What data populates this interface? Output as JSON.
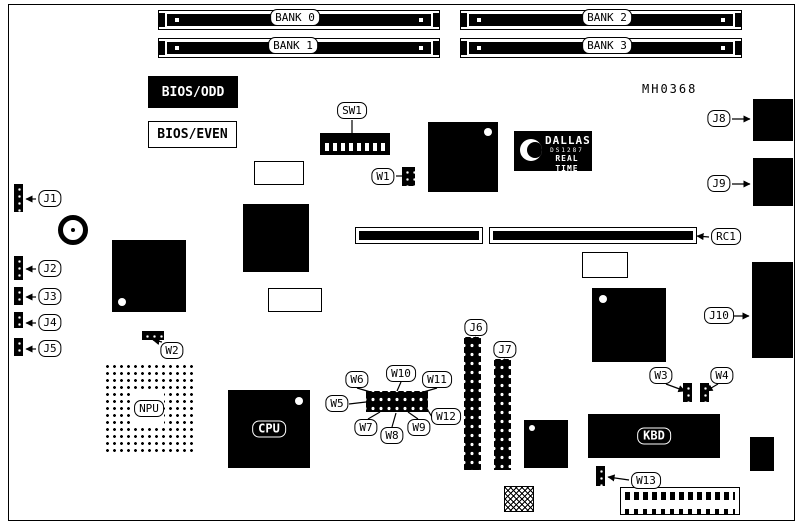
{
  "diagram": {
    "type": "motherboard-component-layout",
    "part_code": "MH0368"
  },
  "labels": {
    "bank0": "BANK 0",
    "bank1": "BANK 1",
    "bank2": "BANK 2",
    "bank3": "BANK 3",
    "bios_odd": "BIOS/ODD",
    "bios_even": "BIOS/EVEN",
    "sw1": "SW1",
    "w1": "W1",
    "w2": "W2",
    "w3": "W3",
    "w4": "W4",
    "w5": "W5",
    "w6": "W6",
    "w7": "W7",
    "w8": "W8",
    "w9": "W9",
    "w10": "W10",
    "w11": "W11",
    "w12": "W12",
    "w13": "W13",
    "j1": "J1",
    "j2": "J2",
    "j3": "J3",
    "j4": "J4",
    "j5": "J5",
    "j6": "J6",
    "j7": "J7",
    "j8": "J8",
    "j9": "J9",
    "j10": "J10",
    "rc1": "RC1",
    "npu": "NPU",
    "cpu": "CPU",
    "kbd": "KBD",
    "mh_code": "MH0368"
  },
  "dallas_chip": {
    "brand": "DALLAS",
    "model": "DS1287",
    "line2": "REAL TIME"
  }
}
